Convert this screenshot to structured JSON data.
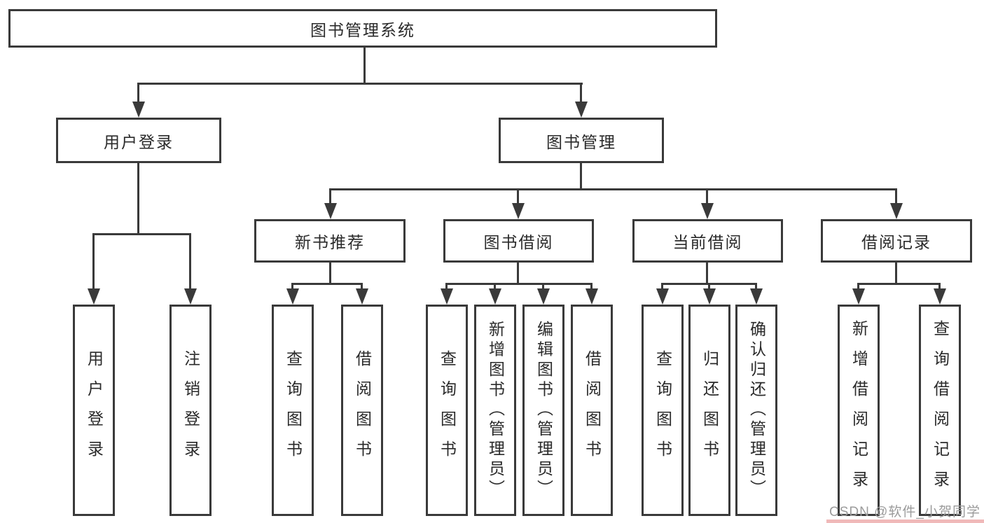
{
  "diagram_title": "图书管理系统",
  "tree": {
    "label": "图书管理系统",
    "children": [
      {
        "label": "用户登录",
        "children": [
          {
            "label": "用户登录"
          },
          {
            "label": "注销登录"
          }
        ]
      },
      {
        "label": "图书管理",
        "children": [
          {
            "label": "新书推荐",
            "children": [
              {
                "label": "查询图书"
              },
              {
                "label": "借阅图书"
              }
            ]
          },
          {
            "label": "图书借阅",
            "children": [
              {
                "label": "查询图书"
              },
              {
                "label": "新增图书（管理员）"
              },
              {
                "label": "编辑图书（管理员）"
              },
              {
                "label": "借阅图书"
              }
            ]
          },
          {
            "label": "当前借阅",
            "children": [
              {
                "label": "查询图书"
              },
              {
                "label": "归还图书"
              },
              {
                "label": "确认归还（管理员）"
              }
            ]
          },
          {
            "label": "借阅记录",
            "children": [
              {
                "label": "新增借阅记录"
              },
              {
                "label": "查询借阅记录"
              }
            ]
          }
        ]
      }
    ]
  },
  "watermark": {
    "text": "CSDN @软件_小贺同学"
  },
  "colors": {
    "line": "#3a3a3a",
    "box_border": "#3a3a3a",
    "box_fill": "#ffffff",
    "text": "#2a2a2a",
    "watermark_text": "#9b9b9b",
    "watermark_strip": "#f0b9b9",
    "background": "#ffffff"
  }
}
